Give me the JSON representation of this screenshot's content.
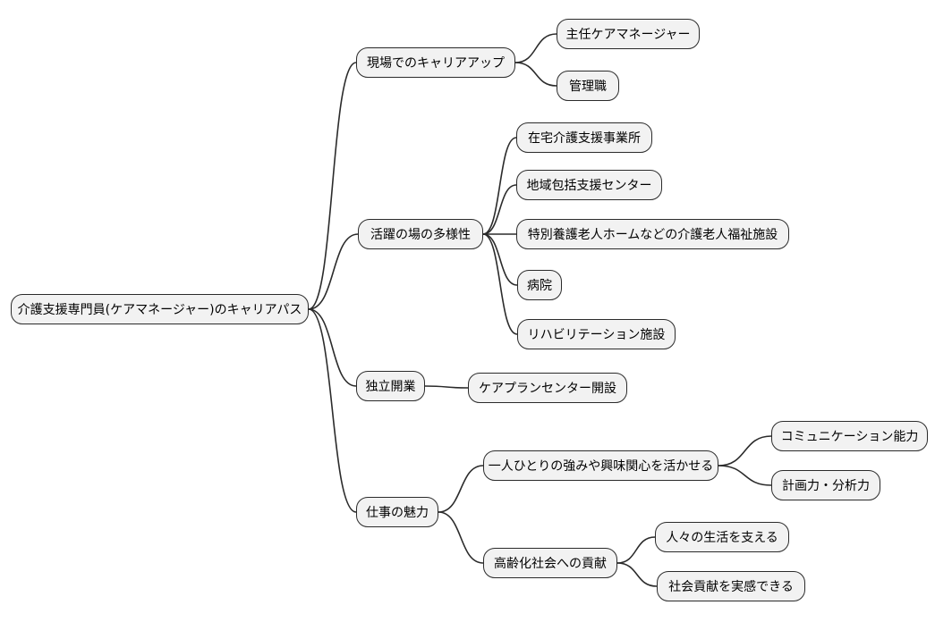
{
  "mindmap": {
    "root": {
      "label": "介護支援専門員(ケアマネージャー)のキャリアパス"
    },
    "branches": [
      {
        "label": "現場でのキャリアアップ",
        "children": [
          {
            "label": "主任ケアマネージャー"
          },
          {
            "label": "管理職"
          }
        ]
      },
      {
        "label": "活躍の場の多様性",
        "children": [
          {
            "label": "在宅介護支援事業所"
          },
          {
            "label": "地域包括支援センター"
          },
          {
            "label": "特別養護老人ホームなどの介護老人福祉施設"
          },
          {
            "label": "病院"
          },
          {
            "label": "リハビリテーション施設"
          }
        ]
      },
      {
        "label": "独立開業",
        "children": [
          {
            "label": "ケアプランセンター開設"
          }
        ]
      },
      {
        "label": "仕事の魅力",
        "children": [
          {
            "label": "一人ひとりの強みや興味関心を活かせる",
            "children": [
              {
                "label": "コミュニケーション能力"
              },
              {
                "label": "計画力・分析力"
              }
            ]
          },
          {
            "label": "高齢化社会への貢献",
            "children": [
              {
                "label": "人々の生活を支える"
              },
              {
                "label": "社会貢献を実感できる"
              }
            ]
          }
        ]
      }
    ],
    "style": {
      "node_fill": "#f2f2f2",
      "node_border": "#2b2b2b",
      "edge_color": "#2b2b2b",
      "background": "#ffffff"
    }
  }
}
